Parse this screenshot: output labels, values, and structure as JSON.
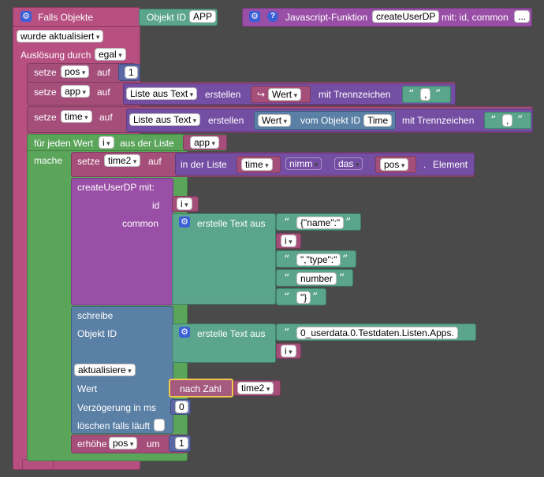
{
  "event": {
    "title": "Falls Objekte",
    "object_id_label": "Objekt ID",
    "object_id_value": "APP",
    "trigger_value": "wurde aktualisiert",
    "ausloesung_label": "Auslösung durch",
    "ausloesung_value": "egal"
  },
  "func_def": {
    "label": "Javascript-Funktion",
    "name": "createUserDP",
    "params_label": "mit: id, common",
    "dots": "..."
  },
  "set_pos": {
    "setze": "setze",
    "var": "pos",
    "auf": "auf",
    "value": "1"
  },
  "set_app": {
    "setze": "setze",
    "var": "app",
    "auf": "auf",
    "list_op": "Liste aus Text",
    "erstellen": "erstellen",
    "wert_var": "Wert",
    "mit_trenn": "mit Trennzeichen",
    "sep": ","
  },
  "set_time": {
    "setze": "setze",
    "var": "time",
    "auf": "auf",
    "list_op": "Liste aus Text",
    "erstellen": "erstellen",
    "wert": "Wert",
    "vom_objekt": "vom Objekt ID",
    "objekt_id": "Time",
    "mit_trenn": "mit Trennzeichen",
    "sep": ","
  },
  "for_each": {
    "label": "für jeden Wert",
    "var": "i",
    "aus_der_liste": "aus der Liste",
    "list_var": "app",
    "mache": "mache"
  },
  "set_time2": {
    "setze": "setze",
    "var": "time2",
    "auf": "auf",
    "in_der_liste": "in der Liste",
    "list_var": "time",
    "nimm": "nimm",
    "das": "das",
    "index_var": "pos",
    "dot": ".",
    "element": "Element"
  },
  "call_create": {
    "label": "createUserDP  mit:",
    "id_label": "id",
    "id_var": "i",
    "common_label": "common",
    "text_join": "erstelle Text aus",
    "items": [
      "{\"name\":\"",
      "i",
      "\",\"type\":\"",
      "number",
      "\"}"
    ]
  },
  "write": {
    "schreibe": "schreibe",
    "objekt_id": "Objekt ID",
    "text_join": "erstelle Text aus",
    "path_text": "0_userdata.0.Testdaten.Listen.Apps.",
    "var": "i",
    "mode": "aktualisiere",
    "wert_label": "Wert",
    "nach_zahl": "nach Zahl",
    "wert_var": "time2",
    "delay_label": "Verzögerung in ms",
    "delay_value": "0",
    "clear_label": "löschen falls läuft"
  },
  "increment": {
    "label": "erhöhe",
    "var": "pos",
    "um": "um",
    "value": "1"
  },
  "icons": [
    "gear-icon",
    "help-icon",
    "return-arrow-icon"
  ],
  "colors": {
    "event": "#b74f80",
    "list": "#744ea3",
    "loop": "#5ba55b",
    "procedure": "#9a4fa7",
    "text": "#5ba58c",
    "io": "#5b80a5",
    "variable": "#a54e7a",
    "background": "#4a4a4a"
  }
}
